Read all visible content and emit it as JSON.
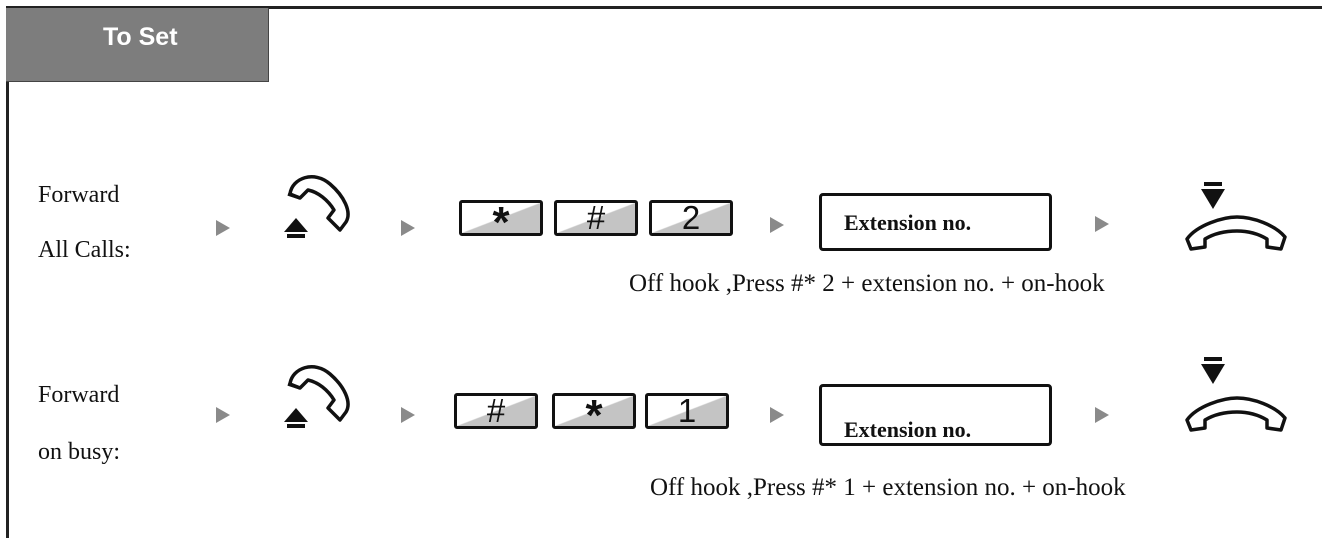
{
  "header": {
    "title": "To Set"
  },
  "rows": [
    {
      "label_line1": "Forward",
      "label_line2": "All Calls:",
      "keys": [
        "*",
        "#",
        "2"
      ],
      "box_label": "Extension no.",
      "caption": "Off hook ,Press #* 2 + extension no. + on-hook"
    },
    {
      "label_line1": "Forward",
      "label_line2": "on busy:",
      "keys": [
        "#",
        "*",
        "1"
      ],
      "box_label": "Extension no.",
      "caption": "Off hook ,Press #* 1 + extension no. + on-hook"
    }
  ],
  "icons": {
    "off_hook": "off-hook-handset-icon",
    "on_hook": "on-hook-handset-icon",
    "step_arrow": "arrow-right-icon"
  }
}
